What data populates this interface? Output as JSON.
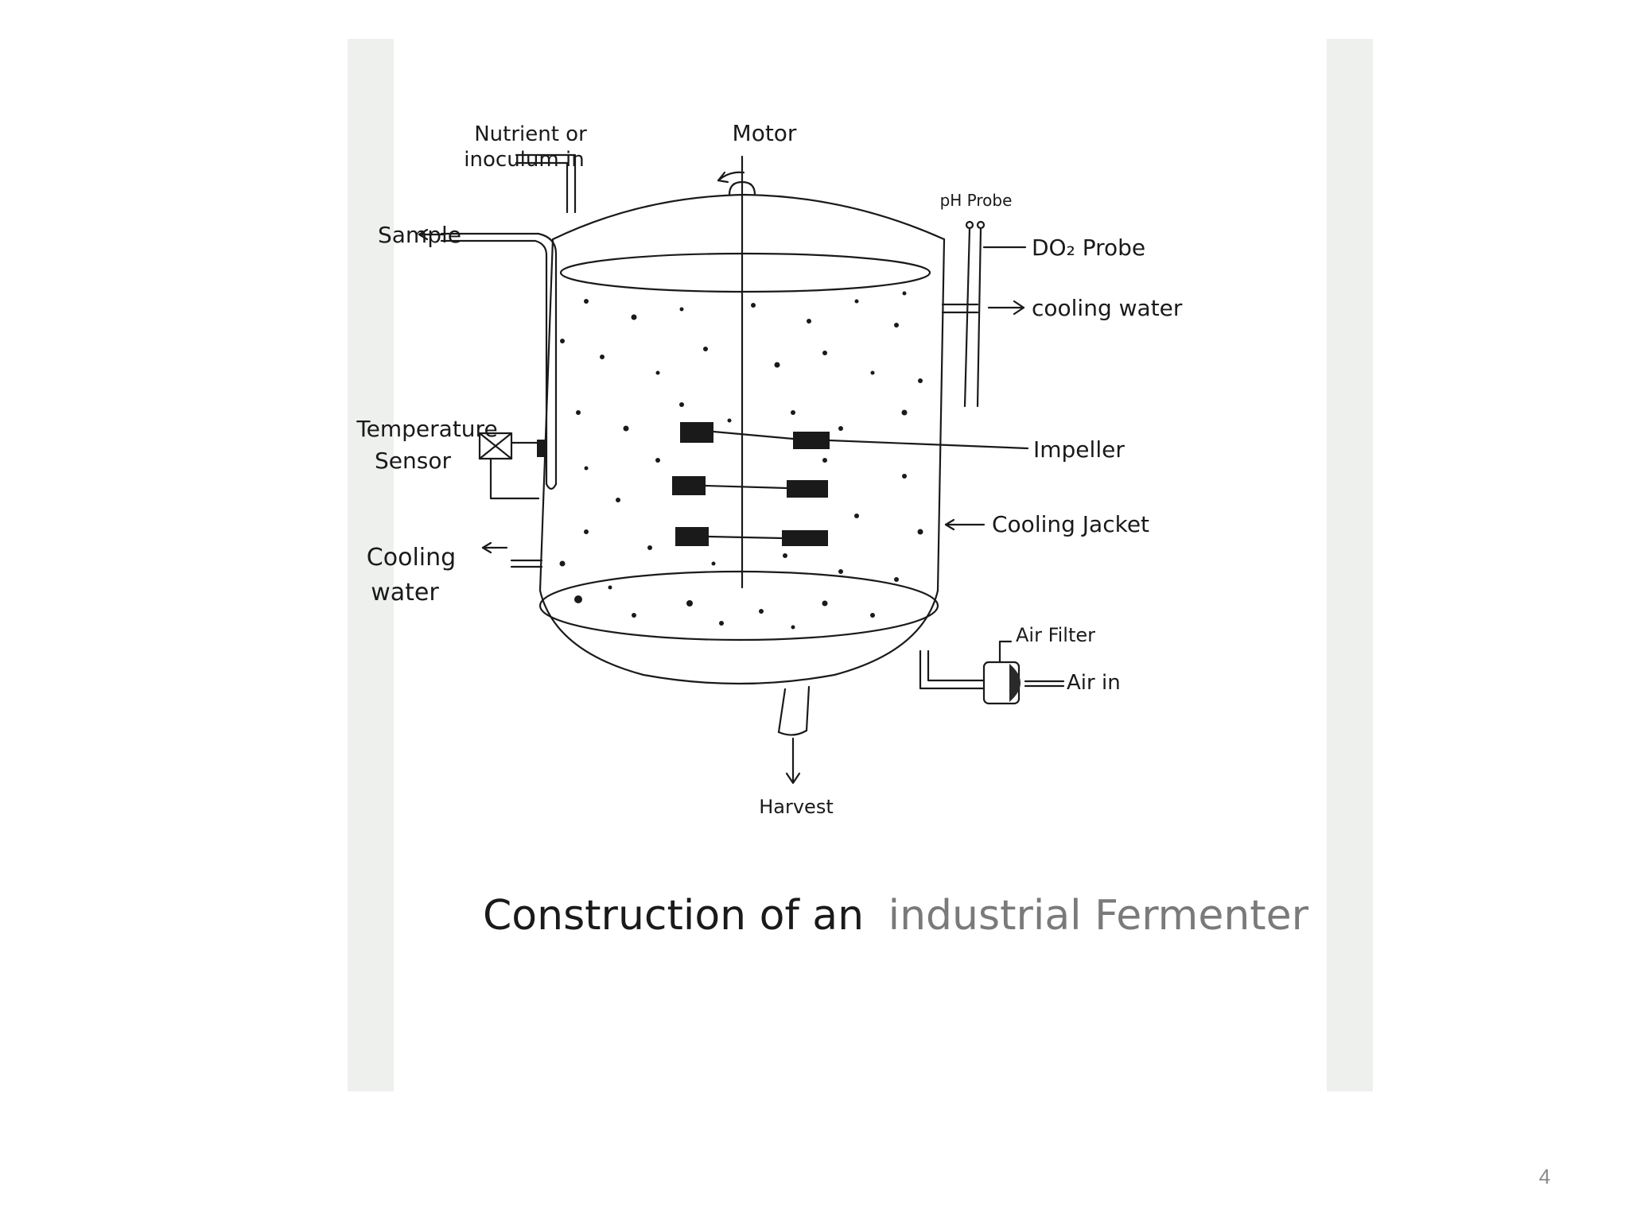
{
  "slide": {
    "page_number": "4"
  },
  "diagram": {
    "caption_dark": "Construction of an",
    "caption_light": "industrial Fermenter",
    "labels": {
      "nutrient_line1": "Nutrient or",
      "nutrient_line2": "inoculum in",
      "motor": "Motor",
      "ph_probe": "pH Probe",
      "do2_probe": "DO₂ Probe",
      "sample": "Sample",
      "cooling_water_out": "cooling water",
      "temperature_line1": "Temperature",
      "temperature_line2": "Sensor",
      "impeller": "Impeller",
      "cooling_jacket": "Cooling Jacket",
      "cooling_water_in_line1": "Cooling",
      "cooling_water_in_line2": "water",
      "air_filter": "Air Filter",
      "air_in": "Air in",
      "harvest": "Harvest"
    }
  }
}
